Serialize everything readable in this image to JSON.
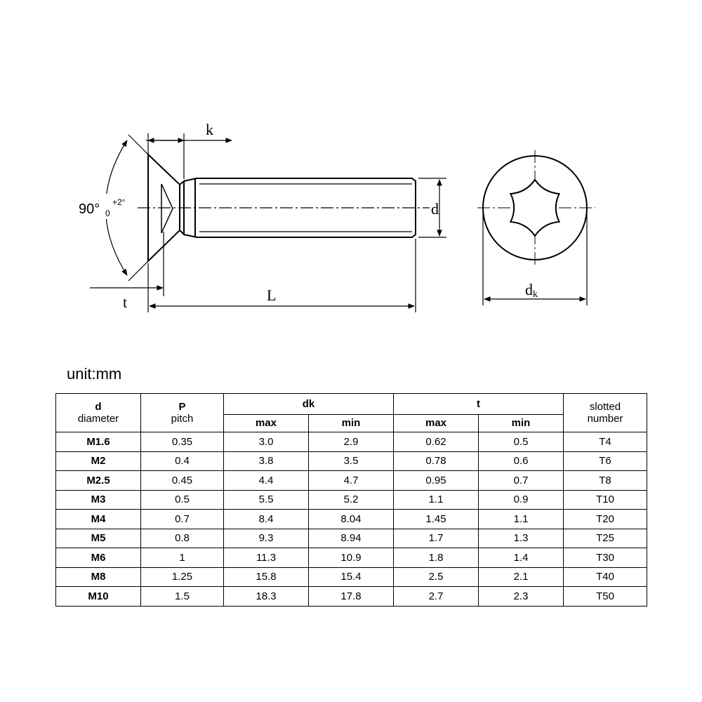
{
  "diagram": {
    "labels": {
      "k": "k",
      "d": "d",
      "t": "t",
      "L": "L",
      "dk_main": "d",
      "dk_sub": "k",
      "angle_main": "90°",
      "angle_upper": "+2°",
      "angle_lower": "0"
    }
  },
  "unit_label": "unit:mm",
  "table": {
    "headers": {
      "d_symbol": "d",
      "d_name": "diameter",
      "p_symbol": "P",
      "p_name": "pitch",
      "dk": "dk",
      "t": "t",
      "max": "max",
      "min": "min",
      "slotted": "slotted",
      "number": "number"
    },
    "rows": [
      [
        "M1.6",
        "0.35",
        "3.0",
        "2.9",
        "0.62",
        "0.5",
        "T4"
      ],
      [
        "M2",
        "0.4",
        "3.8",
        "3.5",
        "0.78",
        "0.6",
        "T6"
      ],
      [
        "M2.5",
        "0.45",
        "4.4",
        "4.7",
        "0.95",
        "0.7",
        "T8"
      ],
      [
        "M3",
        "0.5",
        "5.5",
        "5.2",
        "1.1",
        "0.9",
        "T10"
      ],
      [
        "M4",
        "0.7",
        "8.4",
        "8.04",
        "1.45",
        "1.1",
        "T20"
      ],
      [
        "M5",
        "0.8",
        "9.3",
        "8.94",
        "1.7",
        "1.3",
        "T25"
      ],
      [
        "M6",
        "1",
        "11.3",
        "10.9",
        "1.8",
        "1.4",
        "T30"
      ],
      [
        "M8",
        "1.25",
        "15.8",
        "15.4",
        "2.5",
        "2.1",
        "T40"
      ],
      [
        "M10",
        "1.5",
        "18.3",
        "17.8",
        "2.7",
        "2.3",
        "T50"
      ]
    ]
  }
}
